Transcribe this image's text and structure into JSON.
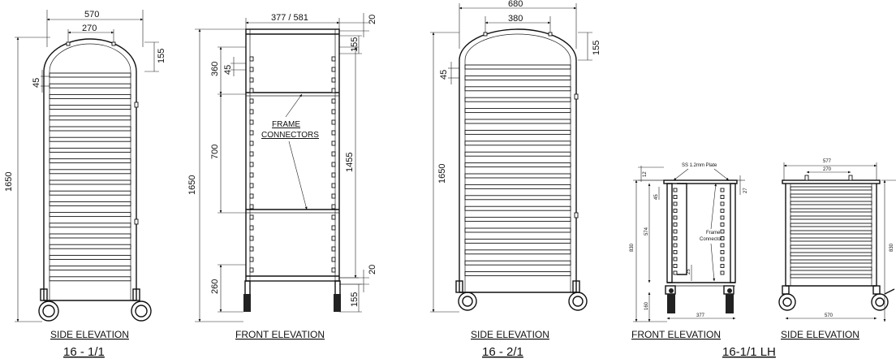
{
  "panels": {
    "p1": {
      "caption": "SIDE ELEVATION",
      "model": "16 - 1/1",
      "dims": {
        "w_outer": "570",
        "w_inner": "270",
        "top": "155",
        "pitch": "45",
        "height": "1650"
      }
    },
    "p2": {
      "caption": "FRONT ELEVATION",
      "dims": {
        "w_top": "377 / 581",
        "gap_top": "20",
        "top": "155",
        "upper": "360",
        "pitch": "45",
        "mid": "700",
        "height": "1650",
        "inner": "1455",
        "lower": "260",
        "gap_bottom": "20",
        "bottom": "155"
      },
      "label_line1": "FRAME",
      "label_line2": "CONNECTORS"
    },
    "p3": {
      "caption": "SIDE ELEVATION",
      "model": "16 - 2/1",
      "dims": {
        "w_outer": "680",
        "w_inner": "380",
        "top": "155",
        "pitch": "45",
        "height": "1650"
      }
    },
    "p4": {
      "caption": "FRONT ELEVATION",
      "plate": "SS 1.2mm Plate",
      "label_line1": "Frame",
      "label_line2": "Connector",
      "dims": {
        "top_gap": "12",
        "pitch": "45",
        "right": "27",
        "height": "830",
        "inner": "574",
        "gap": "25",
        "base": "160",
        "width": "377"
      }
    },
    "p5": {
      "caption": "SIDE ELEVATION",
      "dims": {
        "w_outer": "577",
        "w_inner": "270",
        "width": "570",
        "height": "830"
      }
    },
    "group_model": "16-1/1 LH"
  }
}
